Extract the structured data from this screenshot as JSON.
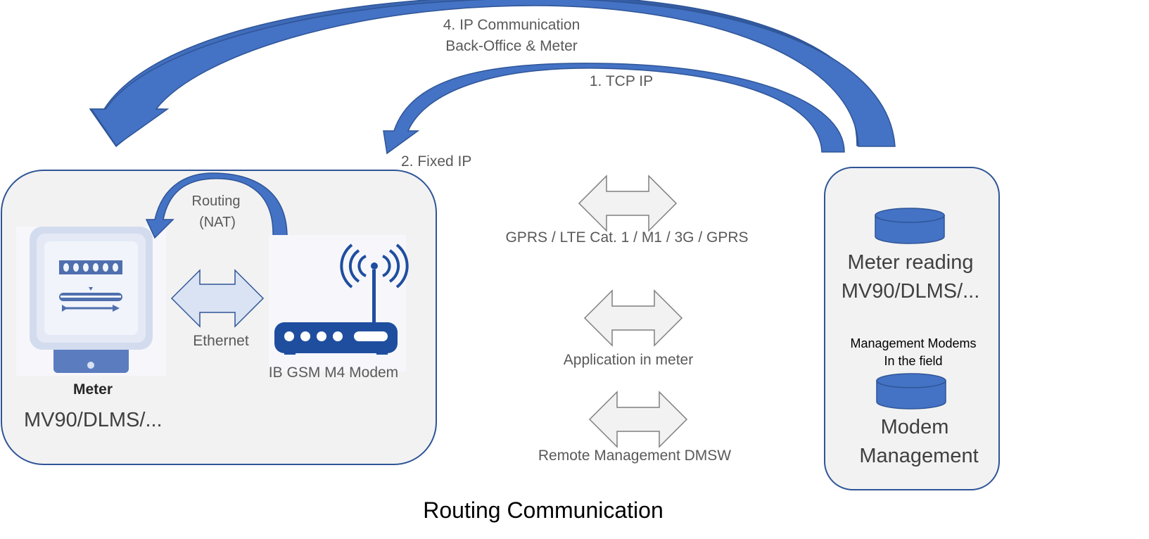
{
  "diagram": {
    "title": "Routing Communication",
    "arrows": {
      "ip_communication": [
        "4. IP Communication",
        "Back-Office & Meter"
      ],
      "tcp_ip": "1. TCP IP",
      "fixed_ip": "2. Fixed IP",
      "routing": [
        "Routing",
        "(NAT)"
      ],
      "ethernet": "Ethernet"
    },
    "links": {
      "network": "GPRS / LTE Cat. 1 / M1 / 3G / GPRS",
      "application": "Application in meter",
      "remote": "Remote Management DMSW"
    },
    "meter_site": {
      "meter_display": "000000",
      "meter_label": "Meter",
      "protocol": "MV90/DLMS/...",
      "modem_label": "IB GSM M4 Modem"
    },
    "back_office": {
      "meter_reading": [
        "Meter reading",
        "MV90/DLMS/..."
      ],
      "management_modems": [
        "Management Modems",
        "In the field"
      ],
      "modem_management": [
        "Modem",
        "Management"
      ]
    },
    "colors": {
      "accent": "#4472C4",
      "accent_dark": "#2F5597",
      "panel_fill": "#F2F2F2",
      "panel_border": "#2F5597",
      "link_arrow_fill": "#F2F2F2",
      "link_arrow_stroke": "#7F7F7F"
    }
  }
}
